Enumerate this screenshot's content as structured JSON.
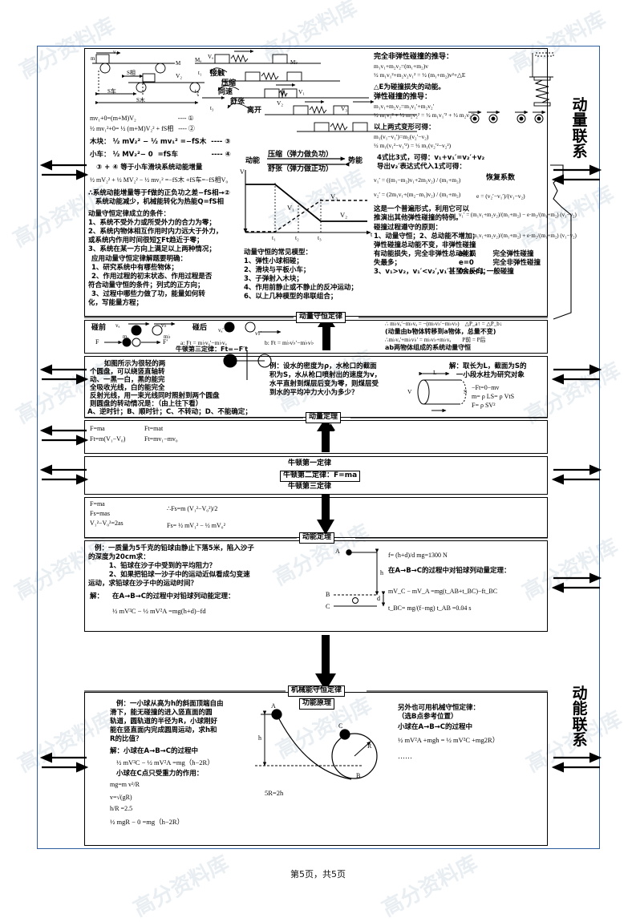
{
  "page": {
    "footer": "第5页，共5页",
    "watermark": "高分资料库"
  },
  "side_labels": {
    "momentum": "动量联系",
    "kinetic": "动能联系",
    "restitution": "恢复系数"
  },
  "connector_labels": {
    "momentum_conservation": "动量守恒定律",
    "impulse_theorem": "动量定理",
    "newton_second": "牛顿第二定律：F=ma",
    "kinetic_energy_theorem": "动能定理",
    "mech_energy_conservation": "机械能守恒定律",
    "work_energy_principle": "功能原理"
  },
  "section1": {
    "diagram_left": {
      "v1": "v₁",
      "m": "m",
      "M": "M",
      "s_rel": "S相",
      "s_left": "S车",
      "s_water": "S木"
    },
    "diagram_right": {
      "Ma": "Mₐ",
      "Mb": "M♭",
      "Va": "Vₐ",
      "V1": "V₁",
      "V2": "V₂",
      "V3": "V₃",
      "t1": "t₁",
      "t2": "t₂",
      "t3": "t₃",
      "contact": "接触",
      "compress": "压缩",
      "same_speed": "同速",
      "expand": "舒张",
      "separate": "离开"
    },
    "equations": [
      "mv₁+0=(m+M)V₂                          ---- ①",
      "½ mv₁²+0= ½ (m+M)V₂² + fS相   ---- ②",
      "木块： ½ mV₂² − ½ mv₁² =−fS木  ---- ③",
      "小车： ½ MV₂²− 0  =fS车              ---- ④",
      "③ + ④ 等于小车滑块系统动能增量",
      "½ mV₂² + ½ MV₂² − ½ mv₁² =−fS木 +fS车=−fS相V₀"
    ],
    "conclusion": [
      "∴系统动能增量等于f做的正负功之差−fS相→②",
      "   系统动能减少，机械能转化为热能Q=fS相"
    ],
    "energy_chain": {
      "kinetic": "动能",
      "compress": "压缩（弹力做负功）",
      "expand": "舒张（弹力做正功）",
      "potential": "势能"
    },
    "conditions_title": "动量守恒定律成立的条件：",
    "conditions": [
      "1、系统不受外力或所受外力的合力为零；",
      "2、系统内物体相互作用时内力远大于外力，",
      "或系统内作用时间很短∑Ft趋近于零；",
      "3、系统在某一方向上满足以上两种情况；"
    ],
    "apply_title": "应用动量守恒定律解题要明确：",
    "apply": [
      "1、研究系统中有哪些物体；",
      "2、作用过程的初末状态、作用过程是否",
      "符合动量守恒的条件；列式的正方向；",
      "3、过程中哪些力做了功，能量如何转",
      "化，写能量方程；"
    ],
    "models_title": "动量守恒的常见模型：",
    "models": [
      "1、弹性小球相碰；",
      "2、滑块与平板小车；",
      "3、子弹射入木块；",
      "4、作用前静止或不静止的反冲运动；",
      "6、以上几种模型的串联组合；"
    ],
    "chart": {
      "y_axis": "V",
      "x_axis": "t",
      "ticks": [
        "t₁",
        "t₂",
        "t₃"
      ],
      "series_labels": [
        "V₁",
        "V₂",
        "V₃"
      ]
    },
    "collision_derivation": {
      "title_inelastic": "完全非弹性碰撞的推导：",
      "line1": "m₁v₁+m₂v₂=(m₁+m₂)v",
      "line2": "½ m₁v₁²+m₂v₂v₁² = ½ (m₁+m₂)v²+△E",
      "line3": "△E为碰撞损失的动能。",
      "title_elastic": "弹性碰撞的推导：",
      "line4": "m₁v₁+m₂v₂=m₁v₁′+m₂v₂′",
      "line5": "½ m₁v₁² + ½ m₂v₂² = ½ m₁v₁′² + ½ m₂v₂′²",
      "line6": "以上两式变形可得：",
      "line7": "m₁(v₁−v₁′)=m₂(v₂′−v₂)",
      "line8": "½ m₁(v₁²−v₁′²) = ½ m₁(v₂′²−v₂²)",
      "line9": "4式比3式，可得：v₁+v₁′=v₂′+v₂",
      "line10": "导出v₂′表达式代入1式可得："
    },
    "velocity_formulas": {
      "v1": "v₁′ = ((m₁−m₂)v₁+2m₂v₂) / (m₁+m₂)",
      "v2": "v₂′ = (2m₁v₁+(m₂−m₁)v₂) / (m₁+m₂)"
    },
    "general_note": [
      "这是一个普遍形式，利用它可以",
      "推演出其他弹性碰撞的特例。"
    ],
    "principles_title": "碰撞过程遵守的原则：",
    "principles": [
      "1、动量守恒；2、总动能不增加；",
      "弹性碰撞总动能不变，非弹性碰撞",
      "有动能损失，完全非弹性总动能损",
      "失最多；",
      "3、v₁>v₂，v₁′<v₂′,v₁′甚至会反向；"
    ],
    "restitution": {
      "e_def": "e = (v₂′−v₁′)/(v₁−v₂)",
      "f1": "v₁′ = (m₁v₁+m₂v₂)/(m₁+m₂) − e·m₂/(m₁+m₂) (v₁−v₂)",
      "f2": "v₂′ = (m₁v₁+m₂v₂)/(m₁+m₂) + e·m₂/(m₁+m₂) (v₁−v₂)",
      "cases": [
        "e=1        完全弹性碰撞",
        "e=0        完全非弹性碰撞",
        "0<e<1 一般碰撞"
      ]
    }
  },
  "section2": {
    "before": "碰前",
    "after": "碰后",
    "va": "vₐ",
    "vb": "v♭",
    "va2": "vₐ′",
    "vb2": "v♭′",
    "ma": "mₐ",
    "mb": "m♭",
    "F": "F",
    "Fp": "F′",
    "eq_a": "a: Ft = m♭vₐ′−m♭vₐ",
    "eq_b": "b: Ft = m♭v♭′−m♭v♭",
    "newton3": "牛顿第三定律：Ft=−F′t",
    "right_notes": [
      "∴ m♭vₐ′−m♭vₐ = −(m♭v♭′−m♭v♭)    △P_a↑ = △P_b↓",
      "(动量由b物体转移到a物体，总量不变)",
      "∴m♭vₐ′+m♭v♭′ = m♭v♭+m♭vₐ        P前 = P后",
      "ab两物体组成的系统动量守恒"
    ]
  },
  "section3": {
    "question": [
      "      如图所示为很轻的两",
      "个圆盘，可以绕竖直轴转",
      "动、一黑一白，黑的能完",
      "全吸收光线，白的能完全",
      "反射光线，用一束光线同时照射到两个圆盘",
      "则圆盘的转动情况是：（由上往下看）",
      "A、逆时针；B、顺时针；C、不转动；D、不能确定；"
    ],
    "example": [
      "例：设水的密度为ρ，水枪口的截面",
      "积为S，水从枪口喷射出的速度为v，",
      "水平直射到煤层后变为零，则煤层受",
      "到水的平均冲力大小为多少？"
    ],
    "solution": [
      "解：取长为L，截面为S的",
      "   一小段水柱为研究对象"
    ],
    "solution_eqs": [
      "−Ft=0−mv",
      "m= ρ LS= ρ VtS",
      "F= ρ SV²"
    ],
    "diagram": {
      "L": "L",
      "S": "S",
      "V": "V"
    }
  },
  "section4": {
    "eqs": [
      "F=ma",
      "Ft=mat",
      "Ft=m(V₁−V₀)",
      "Ft=mv₁−mv₀"
    ]
  },
  "section5": {
    "law1": "牛顿第一定律",
    "law2": "牛顿第二定律：F=ma",
    "law3": "牛顿第三定律"
  },
  "section6": {
    "left": [
      "F=ma",
      "Fs=mas",
      "V₁²−V₀²=2as"
    ],
    "mid1": "∴Fs=m (V₁²−V₀²)/2",
    "mid2": "Fs= ½ mV₁² − ½ mV₀²"
  },
  "section7": {
    "question": [
      "例：一质量为5千克的铅球由静止下落5米，陷入沙子",
      "的深度为20cm求：",
      "      1、铅球在沙子中受到的平均阻力？",
      "      2、如果把铅球一沙子中的运动近似看成匀变速",
      "运动，求铅球在沙子中的运动时间？"
    ],
    "solution_label": "解：",
    "solution_line": "在A→B→C的过程中对铅球列动能定理：",
    "solution_eq": "½ mV²C − ½ mV²A =mg(h+d)−fd",
    "diagram": {
      "A": "A",
      "B": "B",
      "C": "C",
      "h": "h",
      "d": "d"
    },
    "right": [
      "f= (h+d)/d mg=1300 N",
      "在A→B→C的过程中对铅球列动量定理：",
      "mV_C − mV_A =mg(t_AB+t_BC)−ft_BC",
      "t_BC= mg/(f−mg) t_AB =0.04 s"
    ]
  },
  "section8": {
    "question": [
      "例：一小球从高为h的斜面顶端自由",
      "滑下，能无碰撞的进入竖直面的圆",
      "轨道，圆轨道的半径为R，小球刚好",
      "能在竖直面内完成圆周运动，求h和",
      "R的比值？"
    ],
    "solution": [
      "解：小球在A→B→C的过程中",
      "½ mV²C − ½ mV²A =mg（h−2R）",
      "小球在C点只受重力的作用：",
      "mg=m v²/R",
      "v=√(gR)",
      "h/R =2.5",
      "½ mgR − 0 =mg（h−2R）"
    ],
    "diagram": {
      "A": "A",
      "B": "B",
      "C": "C",
      "h": "h",
      "R": "R",
      "rel": "5R=2h"
    },
    "right": [
      "另外也可用机械守恒定律：",
      "（选B点参考位置）",
      "小球在A→B→C的过程中",
      "½ mV²A +mgh = ½ mV²C +mg2R）",
      "……"
    ]
  }
}
